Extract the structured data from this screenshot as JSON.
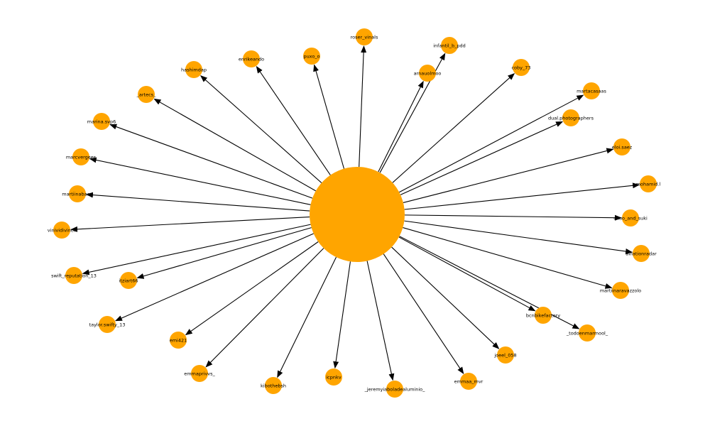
{
  "colors": {
    "node": "#ffa500",
    "edge": "#000000",
    "label": "#000000",
    "background": "#ffffff"
  },
  "center_node": {
    "label": ""
  },
  "nodes": [
    {
      "label": "roser_vinals"
    },
    {
      "label": "infantil_b_pdd"
    },
    {
      "label": "puxo_o"
    },
    {
      "label": "enrikeando"
    },
    {
      "label": "arnauolmoo"
    },
    {
      "label": "coby_73"
    },
    {
      "label": "hashimdap"
    },
    {
      "label": "martacasaas"
    },
    {
      "label": "_artecs_"
    },
    {
      "label": "dual.photographers"
    },
    {
      "label": "marina.svp6"
    },
    {
      "label": "eloi.saez"
    },
    {
      "label": "marcvergees"
    },
    {
      "label": "mohamid.l"
    },
    {
      "label": "martiinabaan"
    },
    {
      "label": "chuo_and_suki"
    },
    {
      "label": "vinividivinci."
    },
    {
      "label": "aviationradar"
    },
    {
      "label": "swift_reputation_13"
    },
    {
      "label": "itziart66"
    },
    {
      "label": "martiinaravazzolo"
    },
    {
      "label": "taylor.swifty_13"
    },
    {
      "label": "bcnbikefactory"
    },
    {
      "label": "_todoenmarmool_"
    },
    {
      "label": "emi421"
    },
    {
      "label": "joeel_058"
    },
    {
      "label": "emmaprivvs_"
    },
    {
      "label": "emmaa_mvr"
    },
    {
      "label": "kibothebsh"
    },
    {
      "label": "icpnkv"
    },
    {
      "label": "_jeremyiaboladealuminio_"
    }
  ]
}
